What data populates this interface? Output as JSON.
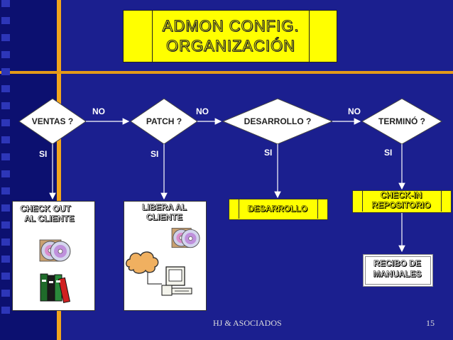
{
  "title": {
    "line1": "ADMON CONFIG.",
    "line2": "ORGANIZACIÓN"
  },
  "decisions": [
    {
      "id": "ventas",
      "label": "VENTAS ?"
    },
    {
      "id": "patch",
      "label": "PATCH ?"
    },
    {
      "id": "desarrollo",
      "label": "DESARROLLO ?"
    },
    {
      "id": "termino",
      "label": "TERMINÓ ?"
    }
  ],
  "edges": {
    "no": "NO",
    "si": "SI"
  },
  "boxes": {
    "checkout": {
      "line1": "CHECK OUT",
      "line2": "AL CLIENTE"
    },
    "libera": {
      "line1": "LIBERA AL",
      "line2": "CLIENTE"
    },
    "desarrollo": {
      "label": "DESARROLLO"
    },
    "checkin": {
      "line1": "CHECK-IN",
      "line2": "REPOSITORIO"
    },
    "recibo": {
      "line1": "RECIBO DE",
      "line2": "MANUALES"
    }
  },
  "icons": [
    "cd-disc-icon",
    "binders-icon",
    "cloud-icon",
    "computer-icon"
  ],
  "footer": {
    "left": "HJ & ASOCIADOS",
    "page": "15"
  }
}
